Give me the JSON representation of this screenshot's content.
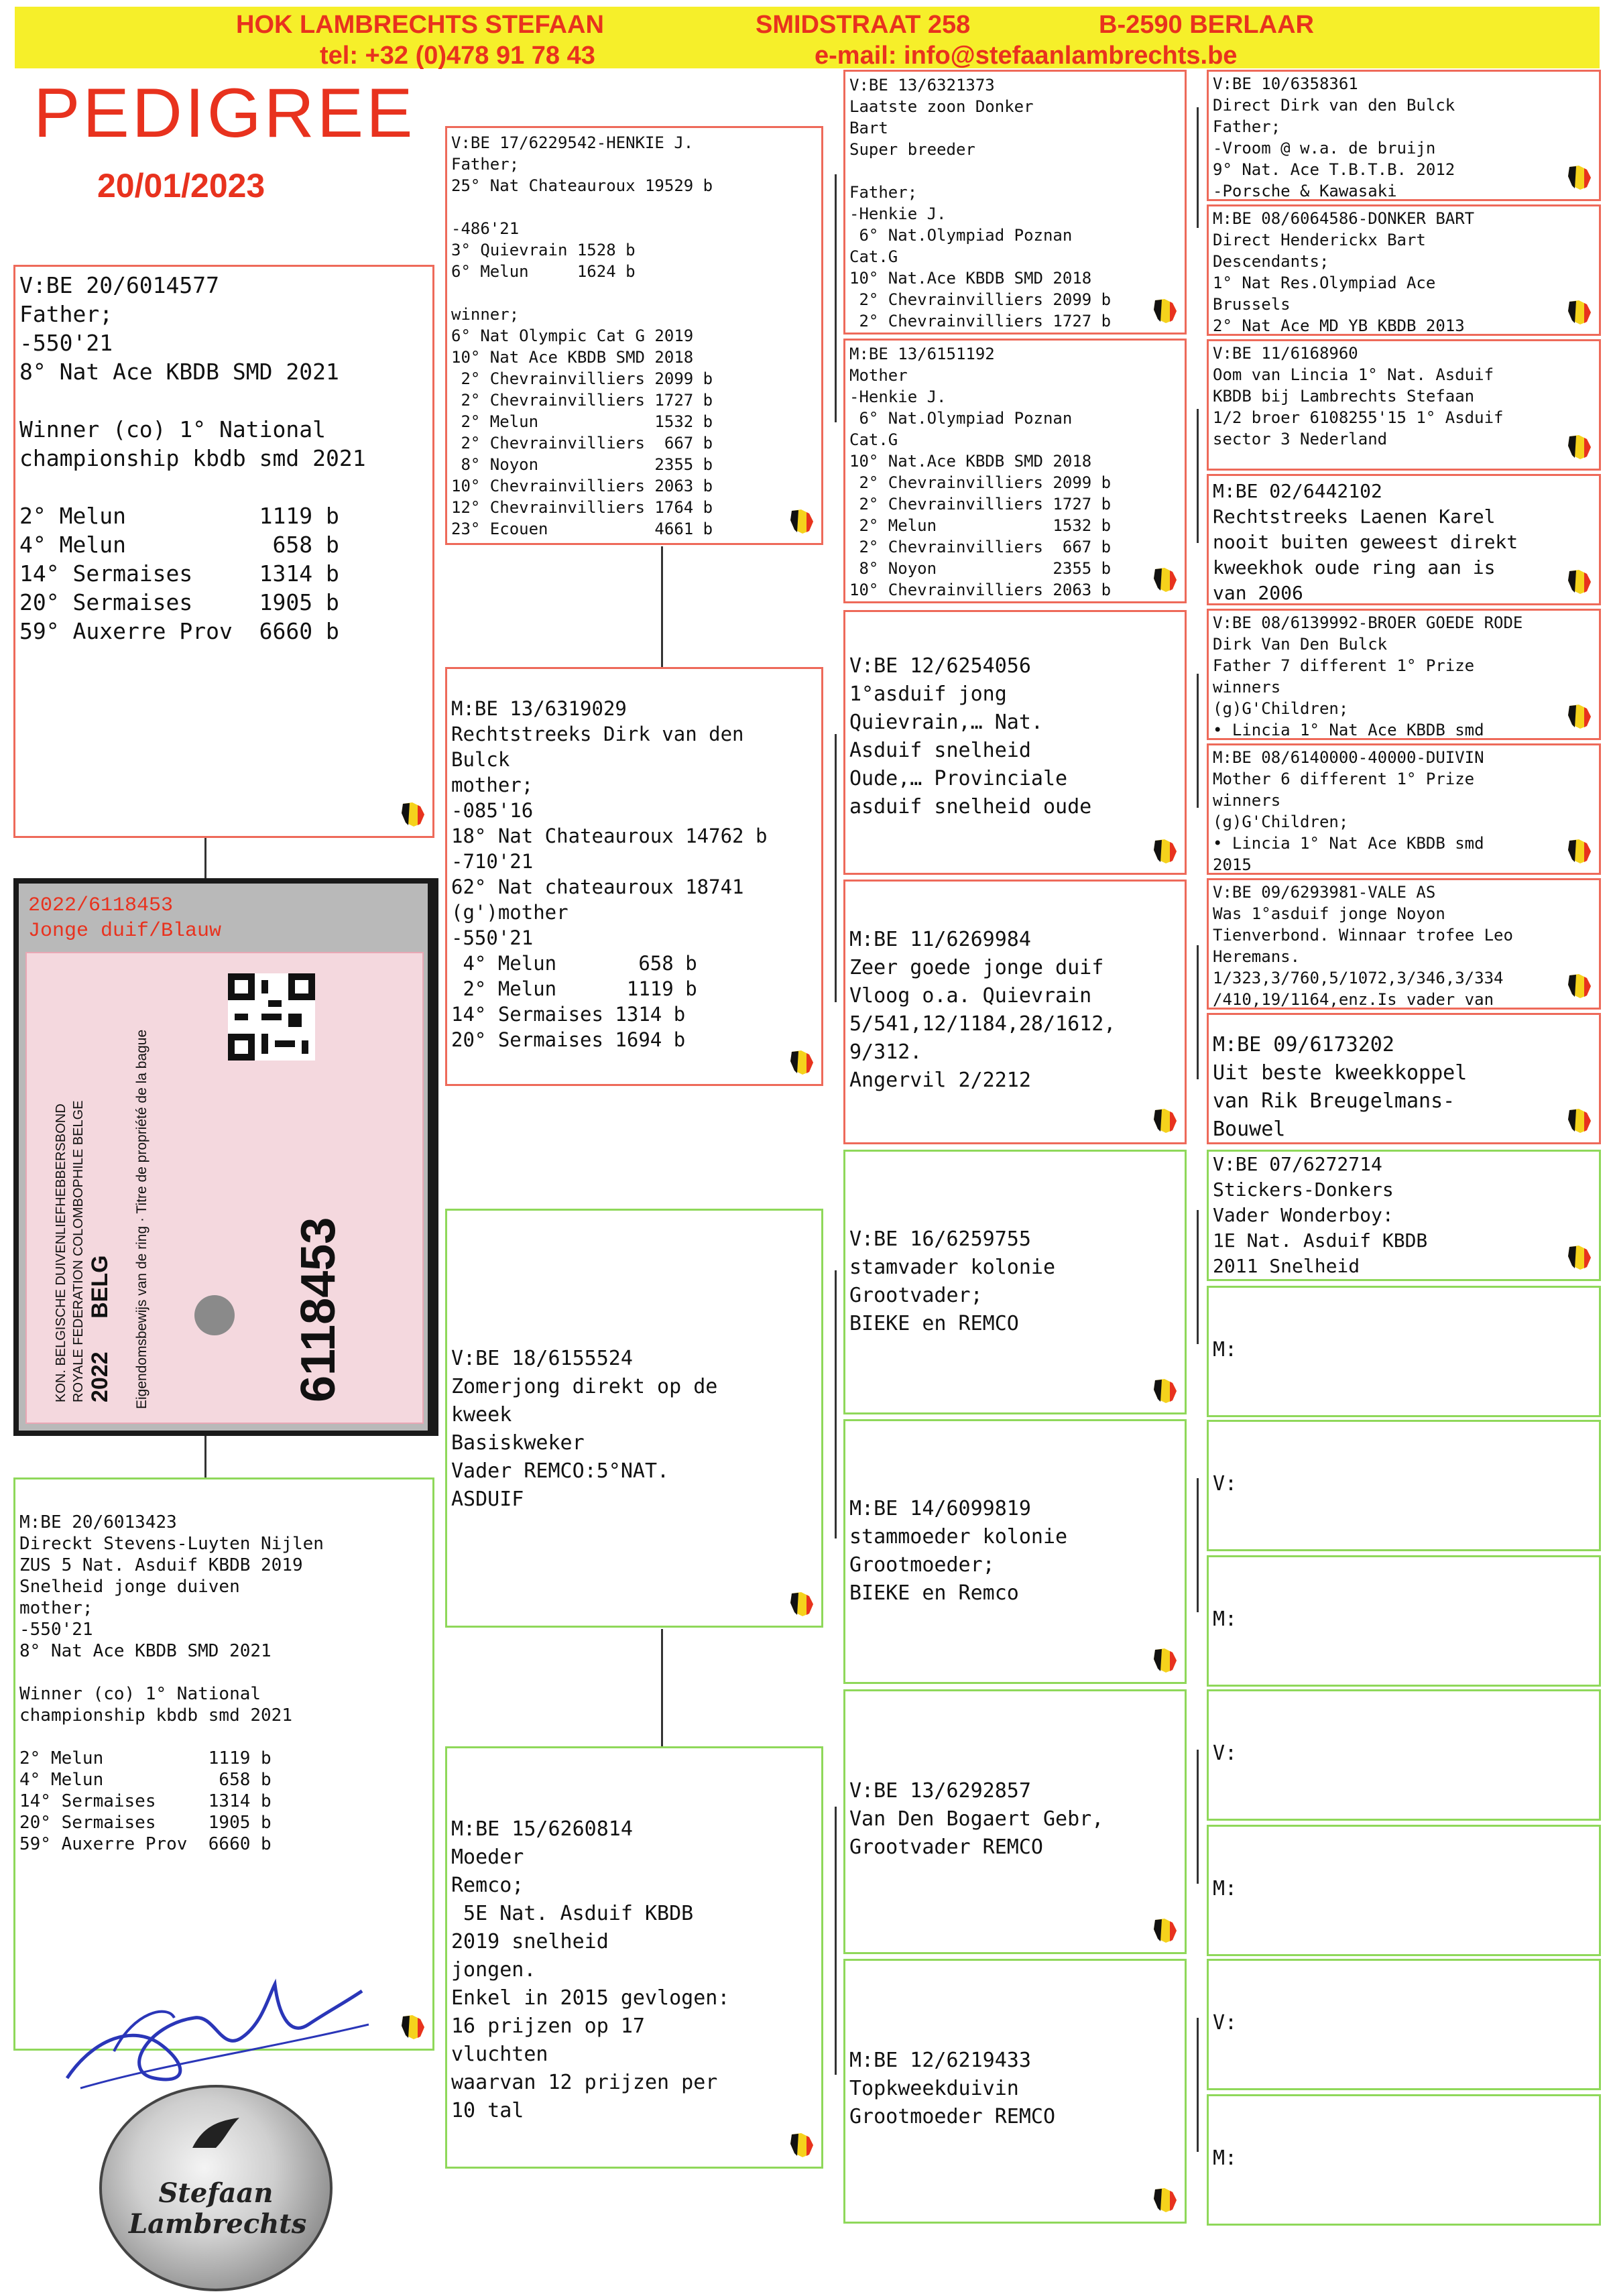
{
  "header": {
    "loft": "HOK LAMBRECHTS STEFAAN",
    "street": "SMIDSTRAAT  258",
    "city": "B-2590  BERLAAR",
    "tel": "tel: +32 (0)478 91 78 43",
    "email": "e-mail: info@stefaanlambrechts.be"
  },
  "title": "PEDIGREE",
  "date": "20/01/2023",
  "colors": {
    "header_bg": "#f6ef2a",
    "header_text": "#e8321e",
    "male_border": "#ee6a5a",
    "female_border": "#8fd85a"
  },
  "bird": {
    "ring": "2022/6118453",
    "desc": "Jonge duif/Blauw",
    "card_number": "6118453",
    "card_year": "2022",
    "card_country": "BELG",
    "card_org_nl": "KON. BELGISCHE DUIVENLIEFHEBBERSBOND",
    "card_org_fr": "ROYALE FEDERATION COLOMBOPHILE BELGE",
    "card_label": "Eigendomsbewijs van de ring · Titre de propriété de la bague"
  },
  "gen1": {
    "father": "V:BE 20/6014577\nFather;\n-550'21\n8° Nat Ace KBDB SMD 2021\n\nWinner (co) 1° National\nchampionship kbdb smd 2021\n\n2° Melun          1119 b\n4° Melun           658 b\n14° Sermaises     1314 b\n20° Sermaises     1905 b\n59° Auxerre Prov  6660 b",
    "mother": "M:BE 20/6013423\nDireckt Stevens-Luyten Nijlen\nZUS 5 Nat. Asduif KBDB 2019\nSnelheid jonge duiven\nmother;\n-550'21\n8° Nat Ace KBDB SMD 2021\n\nWinner (co) 1° National\nchampionship kbdb smd 2021\n\n2° Melun          1119 b\n4° Melun           658 b\n14° Sermaises     1314 b\n20° Sermaises     1905 b\n59° Auxerre Prov  6660 b"
  },
  "gen2": {
    "ff": "V:BE 17/6229542-HENKIE J.\nFather;\n25° Nat Chateauroux 19529 b\n\n-486'21\n3° Quievrain 1528 b\n6° Melun     1624 b\n\nwinner;\n6° Nat Olympic Cat G 2019\n10° Nat Ace KBDB SMD 2018\n 2° Chevrainvilliers 2099 b\n 2° Chevrainvilliers 1727 b\n 2° Melun            1532 b\n 2° Chevrainvilliers  667 b\n 8° Noyon            2355 b\n10° Chevrainvilliers 2063 b\n12° Chevrainvilliers 1764 b\n23° Ecouen           4661 b",
    "fm": "M:BE 13/6319029\nRechtstreeks Dirk van den\nBulck\nmother;\n-085'16\n18° Nat Chateauroux 14762 b\n-710'21\n62° Nat chateauroux 18741\n(g')mother\n-550'21\n 4° Melun       658 b\n 2° Melun      1119 b\n14° Sermaises 1314 b\n20° Sermaises 1694 b",
    "mf": "V:BE 18/6155524\nZomerjong direkt op de\nkweek\nBasiskweker\nVader REMCO:5°NAT.\nASDUIF",
    "mm": "M:BE 15/6260814\nMoeder\nRemco;\n 5E Nat. Asduif KBDB\n2019 snelheid\njongen.\nEnkel in 2015 gevlogen:\n16 prijzen op 17\nvluchten\nwaarvan 12 prijzen per\n10 tal"
  },
  "gen3": {
    "fff": "V:BE 13/6321373\nLaatste zoon Donker\nBart\nSuper breeder\n\nFather;\n-Henkie J.\n 6° Nat.Olympiad Poznan\nCat.G\n10° Nat.Ace KBDB SMD 2018\n 2° Chevrainvilliers 2099 b\n 2° Chevrainvilliers 1727 b",
    "ffm": "M:BE 13/6151192\nMother\n-Henkie J.\n 6° Nat.Olympiad Poznan\nCat.G\n10° Nat.Ace KBDB SMD 2018\n 2° Chevrainvilliers 2099 b\n 2° Chevrainvilliers 1727 b\n 2° Melun            1532 b\n 2° Chevrainvilliers  667 b\n 8° Noyon            2355 b\n10° Chevrainvilliers 2063 b",
    "fmf": "V:BE 12/6254056\n1°asduif jong\nQuievrain,… Nat.\nAsduif snelheid\nOude,… Provinciale\nasduif snelheid oude",
    "fmm": "M:BE 11/6269984\nZeer goede jonge duif\nVloog o.a. Quievrain\n5/541,12/1184,28/1612,\n9/312.\nAngervil 2/2212",
    "mff": "V:BE 16/6259755\nstamvader kolonie\nGrootvader;\nBIEKE en REMCO",
    "mfm": "M:BE 14/6099819\nstammoeder kolonie\nGrootmoeder;\nBIEKE en Remco",
    "mmf": "V:BE 13/6292857\nVan Den Bogaert Gebr,\nGrootvader REMCO",
    "mmm": "M:BE 12/6219433\nTopkweekduivin\nGrootmoeder REMCO"
  },
  "gen4": {
    "b1": "V:BE 10/6358361\nDirect Dirk van den Bulck\nFather;\n-Vroom @ w.a. de bruijn\n9° Nat. Ace T.B.T.B. 2012\n-Porsche & Kawasaki",
    "b2": "M:BE 08/6064586-DONKER BART\nDirect Henderickx Bart\nDescendants;\n1° Nat Res.Olympiad Ace\nBrussels\n2° Nat Ace MD YB KBDB 2013",
    "b3": "V:BE 11/6168960\nOom van Lincia 1° Nat. Asduif\nKBDB bij Lambrechts Stefaan\n1/2 broer 6108255'15 1° Asduif\nsector 3 Nederland",
    "b4": "M:BE 02/6442102\nRechtstreeks Laenen Karel\nnooit buiten geweest direkt\nkweekhok oude ring aan is\nvan 2006",
    "b5": "V:BE 08/6139992-BROER GOEDE RODE\nDirk Van Den Bulck\nFather 7 different 1° Prize\nwinners\n(g)G'Children;\n• Lincia 1° Nat Ace KBDB smd",
    "b6": "M:BE 08/6140000-40000-DUIVIN\nMother 6 different 1° Prize\nwinners\n(g)G'Children;\n• Lincia 1° Nat Ace KBDB smd\n2015",
    "b7": "V:BE 09/6293981-VALE AS\nWas 1°asduif jonge Noyon\nTienverbond. Winnaar trofee Leo\nHeremans.\n1/323,3/760,5/1072,3/346,3/334\n/410,19/1164,enz.Is vader van",
    "b8": "M:BE 09/6173202\nUit beste kweekkoppel\nvan Rik Breugelmans-\nBouwel",
    "b9": "V:BE 07/6272714\nStickers-Donkers\nVader Wonderboy:\n1E Nat. Asduif KBDB\n2011 Snelheid",
    "b10": "M:",
    "b11": "V:",
    "b12": "M:",
    "b13": "V:",
    "b14": "M:",
    "b15": "V:",
    "b16": "M:"
  },
  "stamp": {
    "name1": "Stefaan",
    "name2": "Lambrechts"
  },
  "signature": "Lambrechts"
}
